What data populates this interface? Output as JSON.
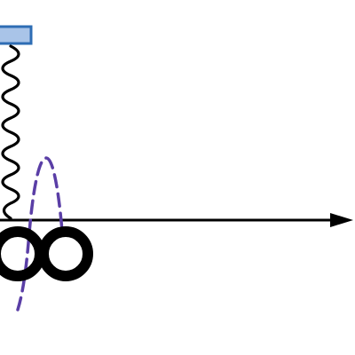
{
  "diagram": {
    "colors": {
      "background": "#ffffff",
      "ceiling_fill": "#a9c4e8",
      "ceiling_stroke": "#2e6db4",
      "spring": "#000000",
      "axis": "#000000",
      "wave": "#5a3ea6",
      "wheels": "#000000"
    },
    "elements": {
      "ceiling_block": "ceiling-block",
      "spring": "spring",
      "axis": "horizontal-axis",
      "axis_arrow": "axis-arrowhead",
      "wave": "dashed-wave-curve",
      "wheels": "two-wheels"
    }
  }
}
